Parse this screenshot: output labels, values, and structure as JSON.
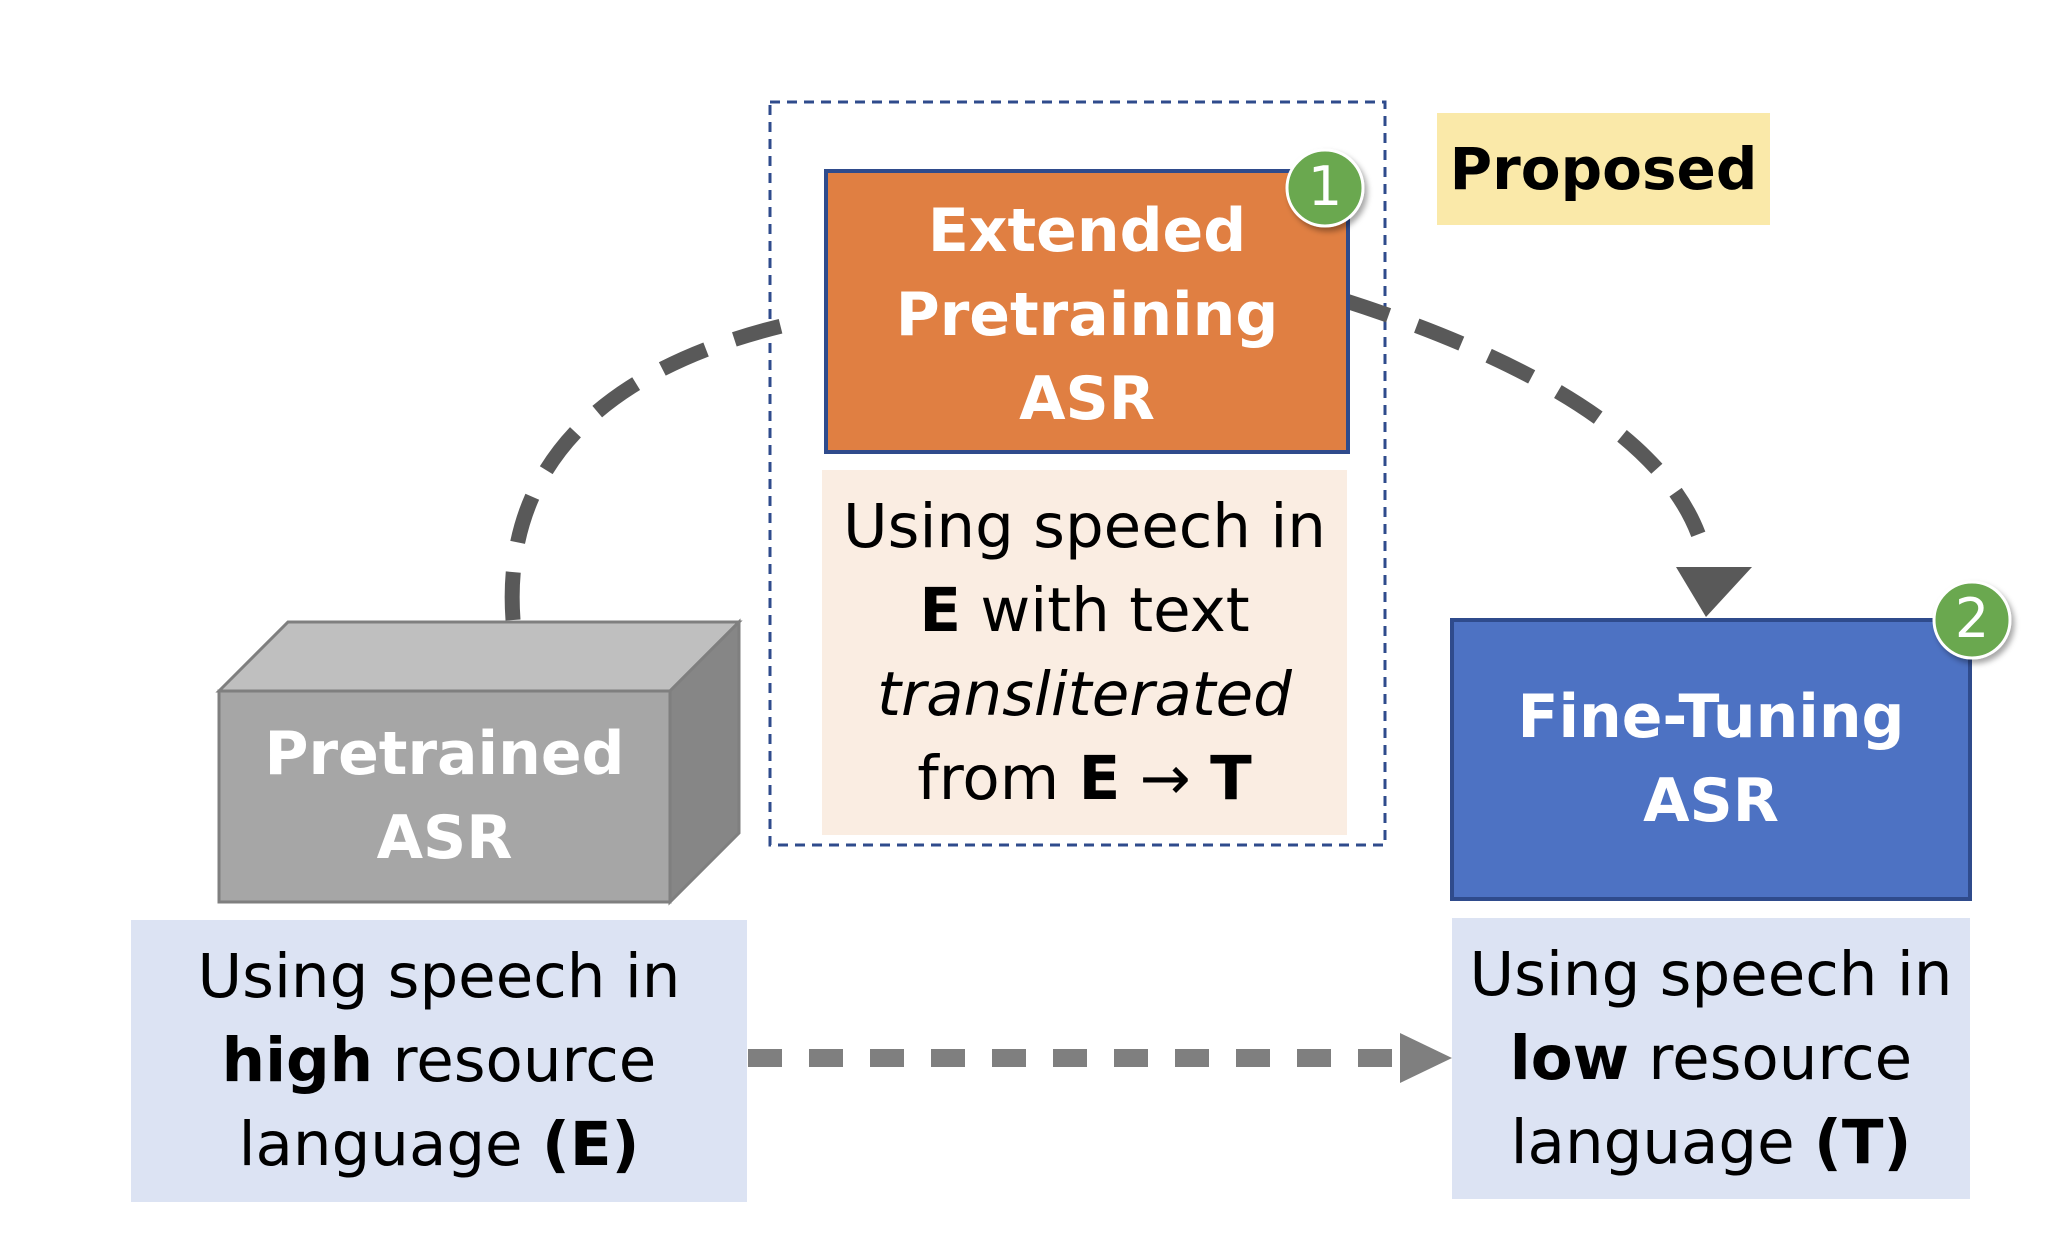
{
  "diagram": {
    "proposed_label": "Proposed",
    "boxes": {
      "pretrained": {
        "title_line1": "Pretrained",
        "title_line2": "ASR",
        "desc_line1": "Using speech in",
        "desc_line2_bold": "high",
        "desc_line2_rest": " resource",
        "desc_line3_text": "language ",
        "desc_line3_bold": "(E)"
      },
      "extended": {
        "badge": "1",
        "title_line1": "Extended",
        "title_line2": "Pretraining",
        "title_line3": "ASR",
        "desc_line1": "Using speech in",
        "desc_line2_bold": "E",
        "desc_line2_rest": " with text",
        "desc_line3_italic": "transliterated",
        "desc_line4_text": "from ",
        "desc_line4_bold1": "E",
        "desc_line4_arrow": " → ",
        "desc_line4_bold2": "T"
      },
      "finetuning": {
        "badge": "2",
        "title_line1": "Fine-Tuning",
        "title_line2": "ASR",
        "desc_line1": "Using speech in",
        "desc_line2_bold": "low",
        "desc_line2_rest": " resource",
        "desc_line3_text": "language ",
        "desc_line3_bold": "(T)"
      }
    },
    "colors": {
      "extended_fill": "#E07F42",
      "extended_border": "#2F4B8C",
      "extended_desc_bg": "#FAEDE2",
      "finetune_fill": "#4D72C3",
      "finetune_border": "#2F4B8C",
      "light_blue_bg": "#DCE3F3",
      "proposed_bg": "#FAE9A9",
      "badge_green": "#6AA84F",
      "gray_front": "#A6A6A6",
      "gray_top": "#BFBFBF",
      "gray_side": "#868686",
      "arrow_dark": "#595959",
      "arrow_light": "#7F7F7F",
      "dashed_frame": "#2F4B8C"
    }
  }
}
